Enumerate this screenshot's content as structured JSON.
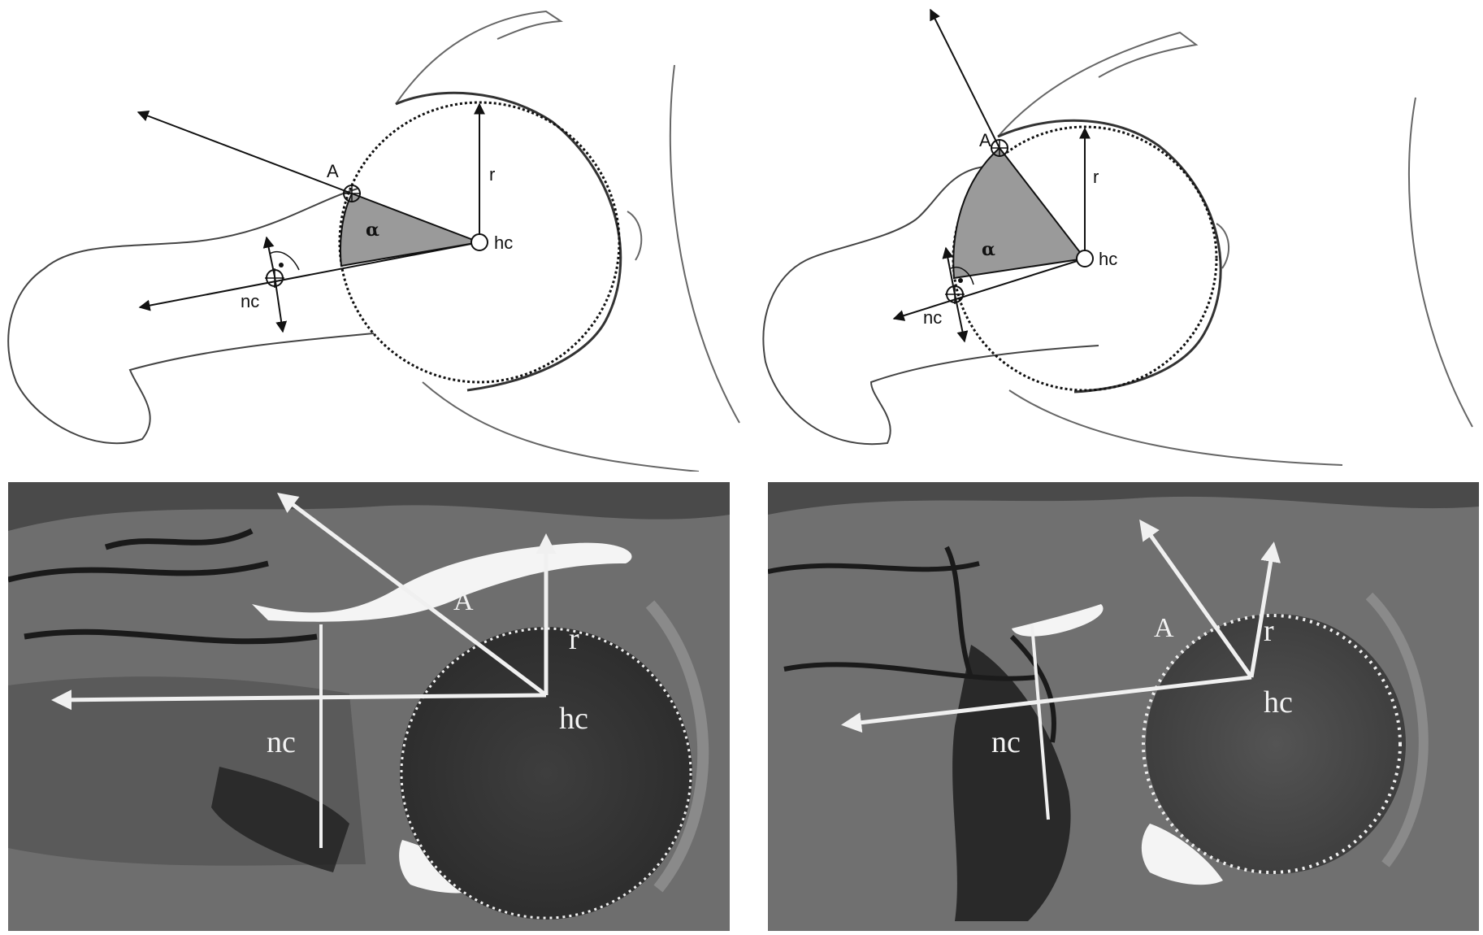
{
  "labels": {
    "tl": {
      "A": "A",
      "r": "r",
      "alpha": "α",
      "hc": "hc",
      "nc": "nc"
    },
    "tr": {
      "A": "A",
      "r": "r",
      "alpha": "α",
      "hc": "hc",
      "nc": "nc"
    },
    "bl": {
      "A": "A",
      "r": "r",
      "hc": "hc",
      "nc": "nc"
    },
    "br": {
      "A": "A",
      "r": "r",
      "hc": "hc",
      "nc": "nc"
    }
  },
  "colors": {
    "line": "#111111",
    "alpha_fill": "#9a9a9a",
    "mri_overlay": "#f0f0f0",
    "mri_bg": "#6e6e6e"
  }
}
